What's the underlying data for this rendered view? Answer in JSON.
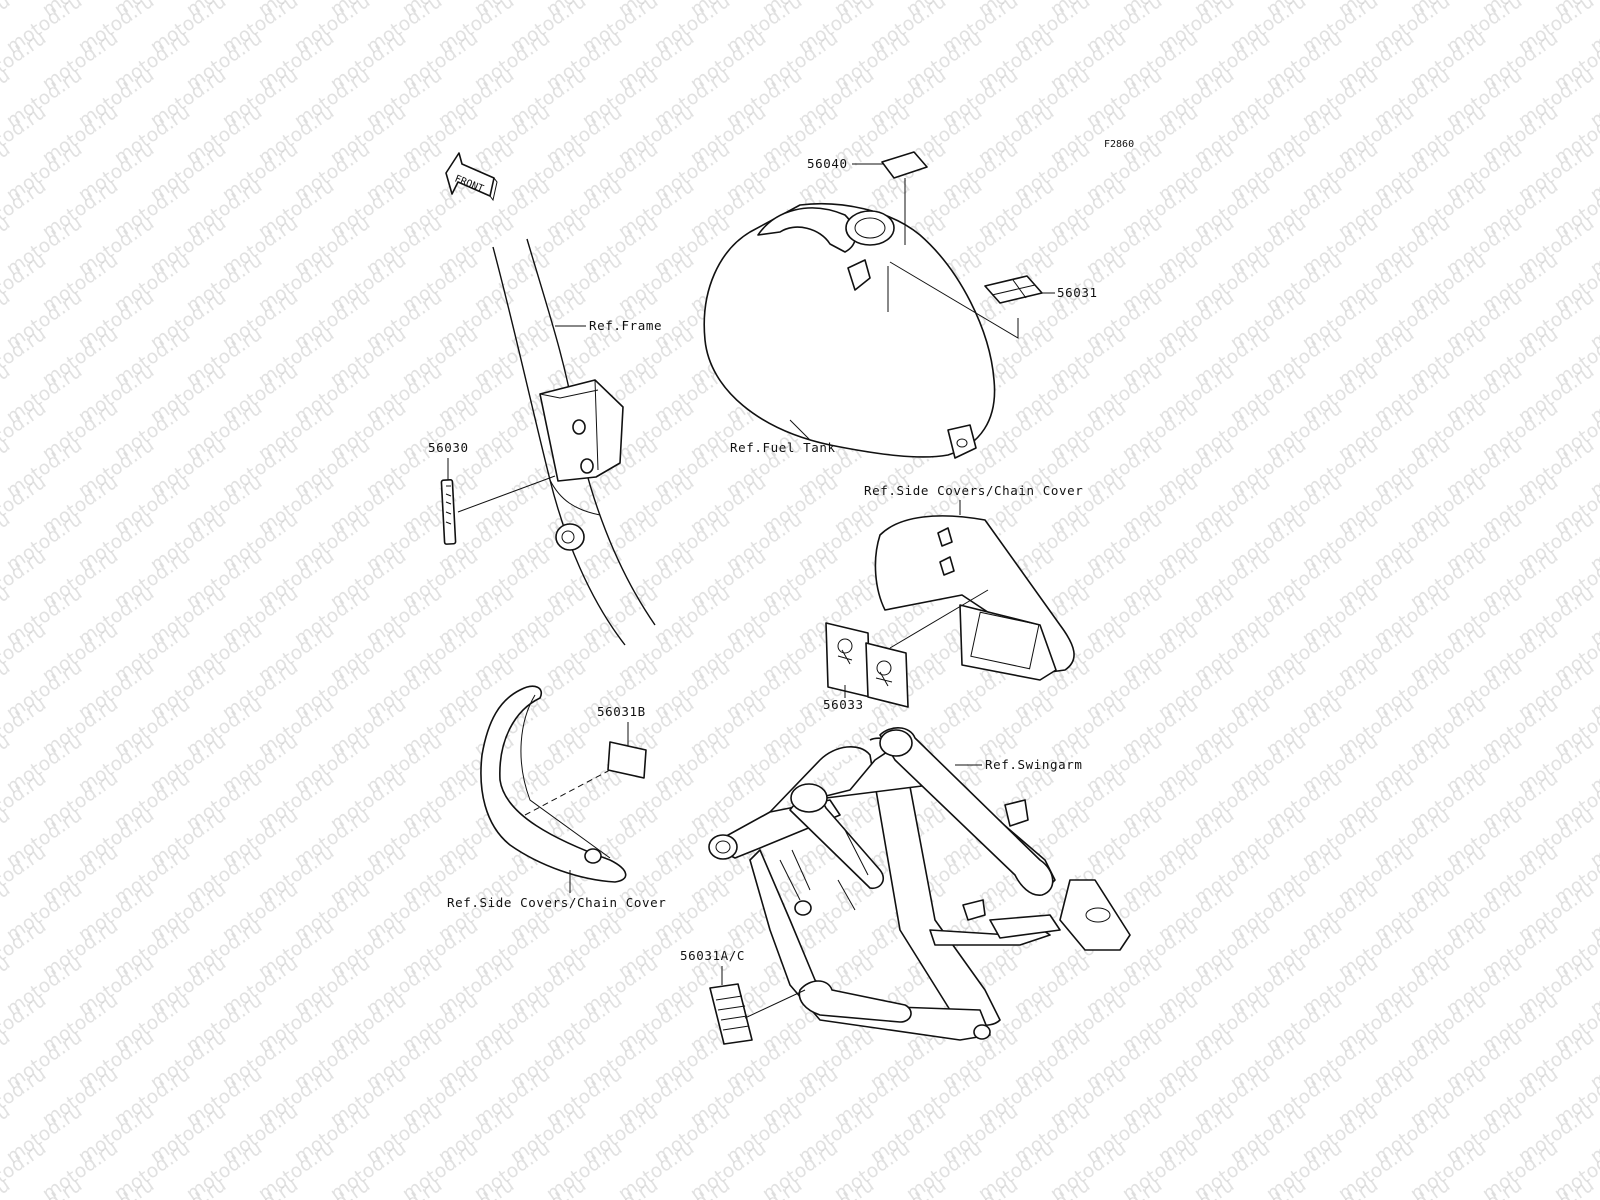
{
  "figure_code": "F2860",
  "watermark_text": "motod.ru",
  "front_arrow": {
    "label": "FRONT"
  },
  "labels": {
    "ref_frame": "Ref.Frame",
    "ref_fuel_tank": "Ref.Fuel Tank",
    "ref_side_covers_top": "Ref.Side Covers/Chain Cover",
    "ref_side_covers_bottom": "Ref.Side Covers/Chain Cover",
    "ref_swingarm": "Ref.Swingarm"
  },
  "parts": {
    "p56040": "56040",
    "p56031": "56031",
    "p56030": "56030",
    "p56033": "56033",
    "p56031B": "56031B",
    "p56031AC": "56031A/C"
  }
}
